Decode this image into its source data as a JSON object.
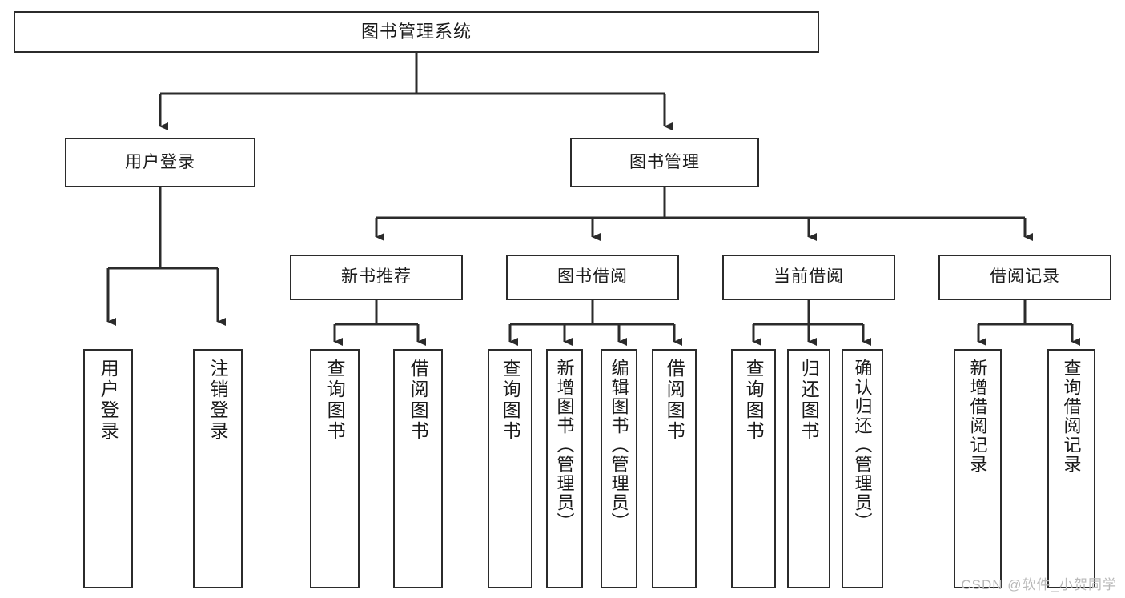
{
  "diagram": {
    "title": "图书管理系统",
    "type": "tree",
    "watermark": "CSDN @软件_小贺同学",
    "colors": {
      "stroke": "#2b2b2b",
      "fill": "#ffffff",
      "text": "#1a1a1a",
      "watermark": "#b9b9b9"
    },
    "root": {
      "label": "图书管理系统"
    },
    "level1": [
      {
        "label": "用户登录"
      },
      {
        "label": "图书管理"
      }
    ],
    "level2": [
      {
        "label": "新书推荐"
      },
      {
        "label": "图书借阅"
      },
      {
        "label": "当前借阅"
      },
      {
        "label": "借阅记录"
      }
    ],
    "leaves": {
      "user_login": [
        {
          "label": "用户登录"
        },
        {
          "label": "注销登录"
        }
      ],
      "new_book": [
        {
          "label": "查询图书"
        },
        {
          "label": "借阅图书"
        }
      ],
      "book_borrow": [
        {
          "label": "查询图书"
        },
        {
          "label": "新增图书（管理员）"
        },
        {
          "label": "编辑图书（管理员）"
        },
        {
          "label": "借阅图书"
        }
      ],
      "current_borrow": [
        {
          "label": "查询图书"
        },
        {
          "label": "归还图书"
        },
        {
          "label": "确认归还（管理员）"
        }
      ],
      "borrow_record": [
        {
          "label": "新增借阅记录"
        },
        {
          "label": "查询借阅记录"
        }
      ]
    }
  }
}
